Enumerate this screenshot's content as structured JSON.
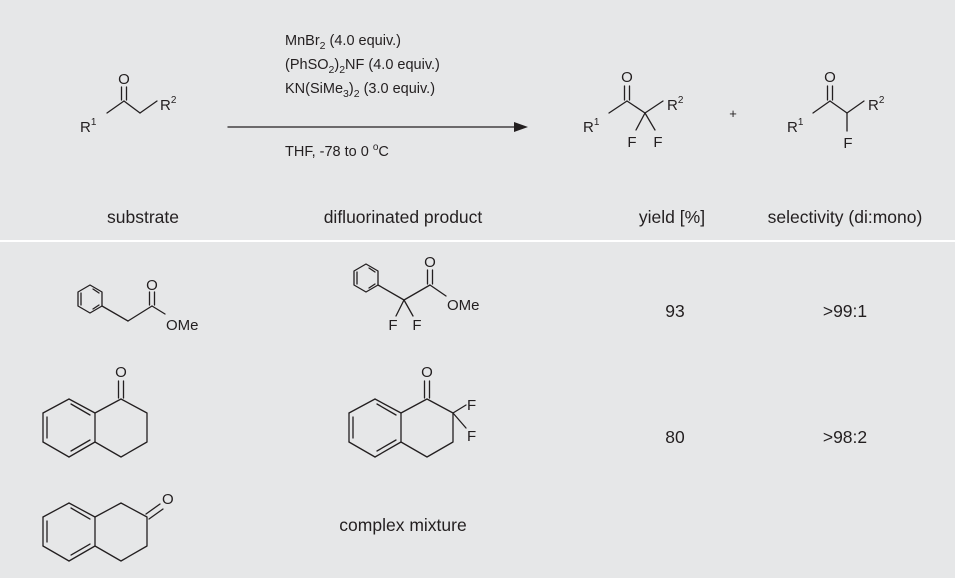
{
  "scheme": {
    "conditions": {
      "line1": {
        "pre": "MnBr",
        "sub": "2",
        "post": " (4.0 equiv.)"
      },
      "line2": {
        "pre": "(PhSO",
        "sub": "2",
        "mid": ")",
        "sub2": "2",
        "post": "NF (4.0 equiv.)"
      },
      "line3": {
        "pre": "KN(SiMe",
        "sub": "3",
        "mid": ")",
        "sub2": "2",
        "post": " (3.0 equiv.)"
      },
      "line4": {
        "pre": "THF, -78 to 0 ",
        "sup": "o",
        "post": "C"
      }
    },
    "atoms": {
      "o": "O",
      "f": "F",
      "r": "R",
      "one": "1",
      "two": "2",
      "plus": "+",
      "ome": "OMe"
    }
  },
  "table": {
    "headers": {
      "substrate": "substrate",
      "product": "difluorinated product",
      "yield": "yield [%]",
      "selectivity": "selectivity (di:mono)"
    },
    "rows": [
      {
        "yield": "93",
        "selectivity": ">99:1"
      },
      {
        "yield": "80",
        "selectivity": ">98:2"
      },
      {
        "product_text": "complex mixture"
      }
    ]
  }
}
